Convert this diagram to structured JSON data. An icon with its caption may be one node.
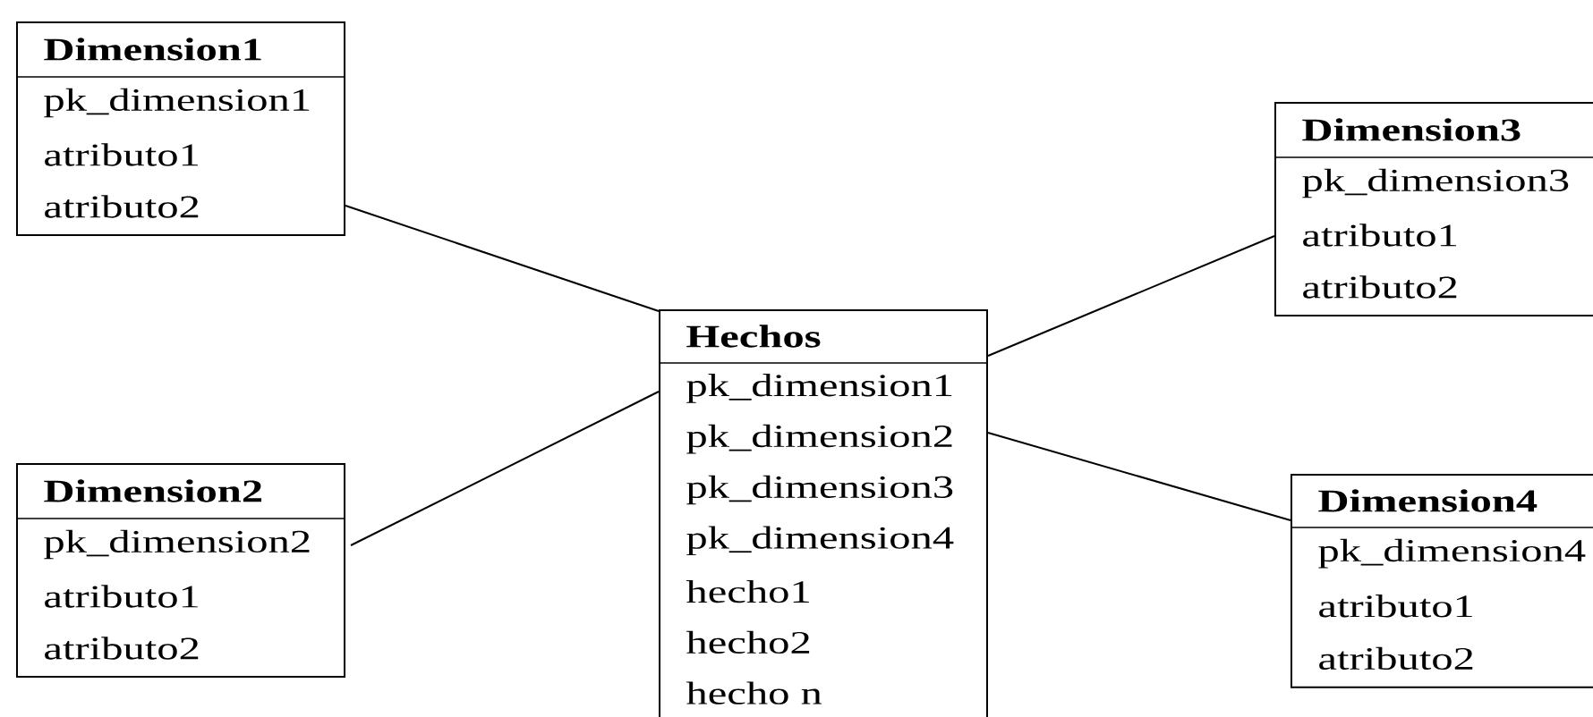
{
  "diagram": {
    "nodes": [
      {
        "text": [
          "Dimension1",
          "pk_dimension1",
          "atributo1",
          "atributo2"
        ]
      },
      {
        "text": [
          "Dimension2",
          "pk_dimension2",
          "atributo1",
          "atributo2"
        ]
      },
      {
        "text": [
          "Hechos",
          "pk_dimension1",
          "pk_dimension2",
          "pk_dimension3",
          "pk_dimension4",
          "hecho1",
          "hecho2",
          "hecho n"
        ]
      },
      {
        "text": [
          "Dimension3",
          "pk_dimension3",
          "atributo1",
          "atributo2"
        ]
      },
      {
        "text": [
          "Dimension4",
          "pk_dimension4",
          "atributo1",
          "atributo2"
        ]
      }
    ],
    "edges": [
      {
        "from": 0,
        "to": 2,
        "arrow": "none"
      },
      {
        "from": 1,
        "to": 2,
        "arrow": "none"
      },
      {
        "from": 2,
        "to": 3,
        "arrow": "none"
      },
      {
        "from": 2,
        "to": 4,
        "arrow": "none"
      }
    ]
  }
}
